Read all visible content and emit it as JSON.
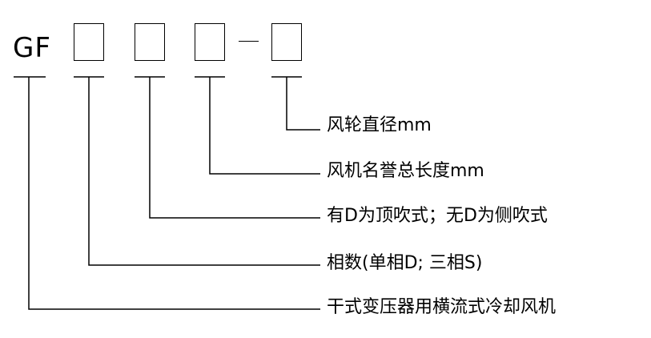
{
  "model_prefix": "GF",
  "code_boxes": [
    "",
    "",
    "",
    ""
  ],
  "separator": "—",
  "labels": [
    "风轮直径mm",
    "风机名誉总长度mm",
    "有D为顶吹式；无D为侧吹式",
    "相数(单相D; 三相S)",
    "干式变压器用横流式冷却风机"
  ]
}
